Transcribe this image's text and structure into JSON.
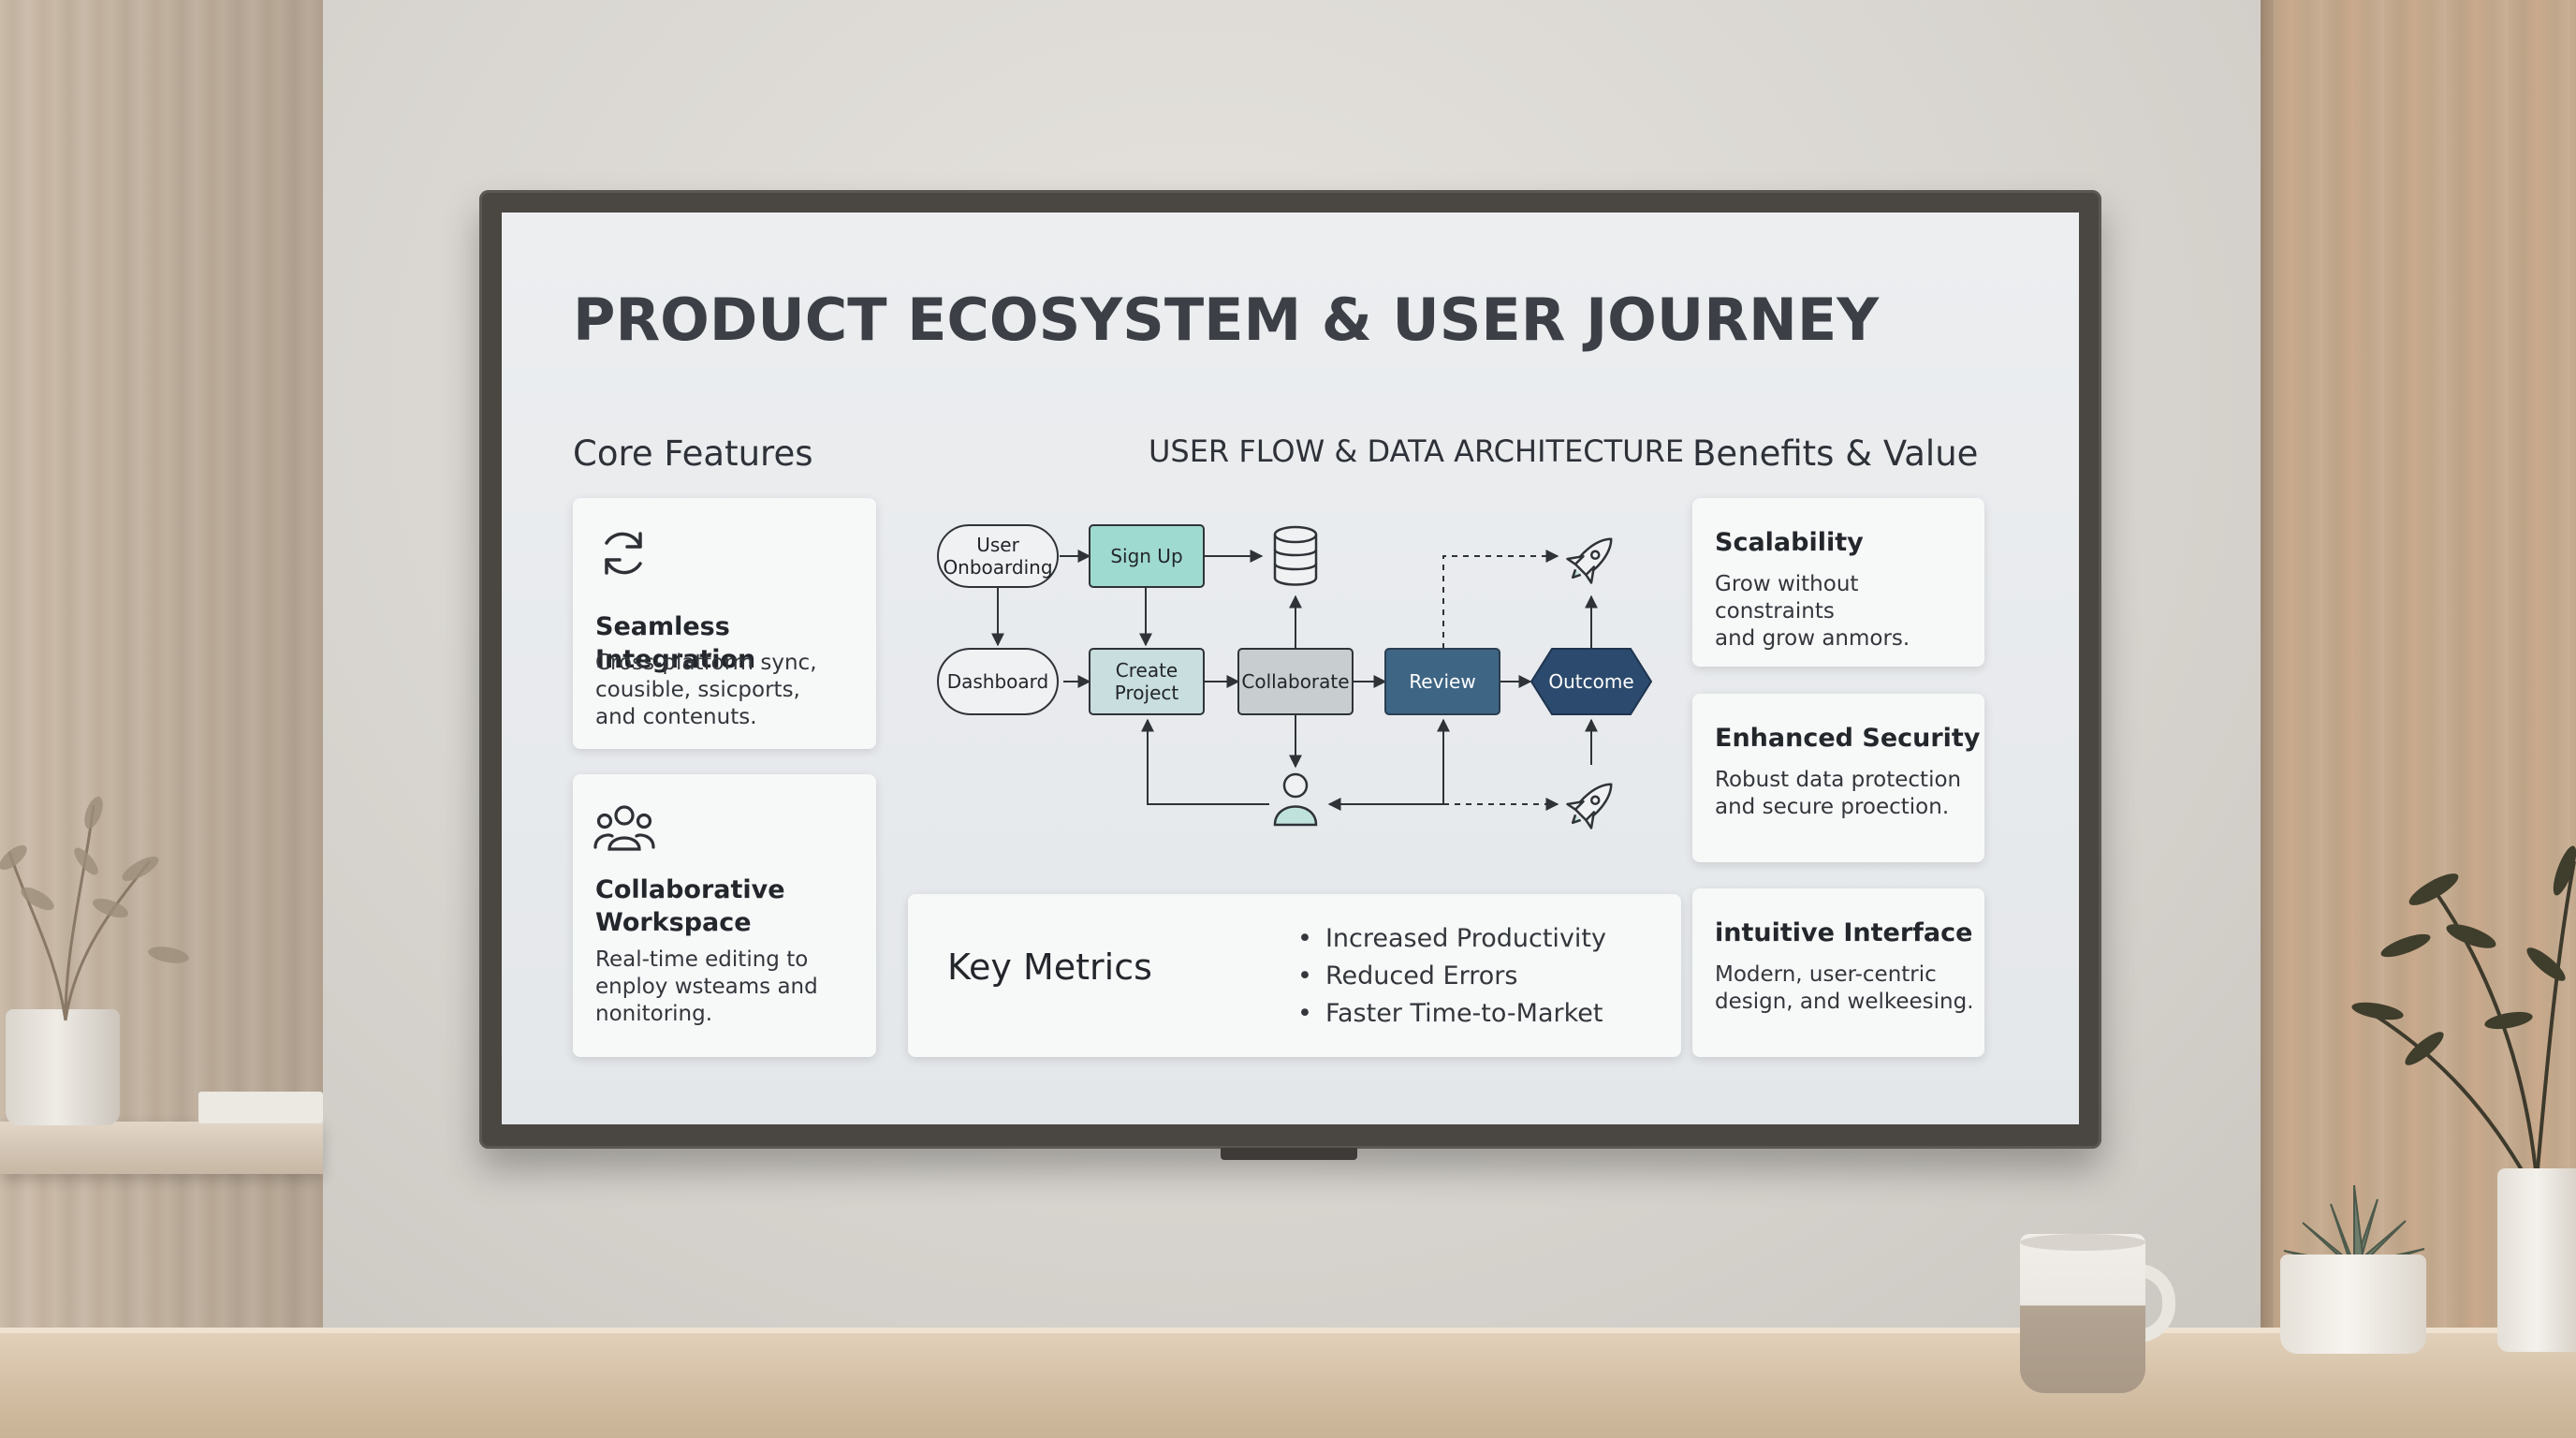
{
  "slide": {
    "title": "PRODUCT ECOSYSTEM & USER JOURNEY",
    "core_features": {
      "heading": "Core Features",
      "items": [
        {
          "icon": "refresh-icon",
          "title": "Seamless Integration",
          "description": "Cross-platform sync,\ncousible, ssicports,\nand contenuts."
        },
        {
          "icon": "users-icon",
          "title": "Collaborative\nWorkspace",
          "description": "Real-time editing to\nenploy wsteams and\nnonitoring."
        }
      ]
    },
    "flow": {
      "heading": "USER FLOW & DATA ARCHITECTURE",
      "nodes": {
        "user_onboarding_1": "User",
        "user_onboarding_2": "Onboarding",
        "sign_up": "Sign Up",
        "dashboard": "Dashboard",
        "create_project_1": "Create",
        "create_project_2": "Project",
        "collaborate": "Collaborate",
        "review": "Review",
        "outcome": "Outcome"
      }
    },
    "key_metrics": {
      "label": "Key Metrics",
      "items": [
        "Increased Productivity",
        "Reduced Errors",
        "Faster Time-to-Market"
      ]
    },
    "benefits": {
      "heading": "Benefits & Value",
      "items": [
        {
          "title": "Scalability",
          "description": "Grow without constraints\nand grow anmors."
        },
        {
          "title": "Enhanced Security",
          "description": "Robust data protection\nand secure proection."
        },
        {
          "title": "intuitive Interface",
          "description": "Modern, user-centric\ndesign, and welkeesing."
        }
      ]
    }
  },
  "colors": {
    "sign_up_fill": "#9fdad0",
    "create_project_fill": "#c9dede",
    "collaborate_fill": "#c8cdd0",
    "review_fill": "#3f6584",
    "outcome_fill": "#2c4a6d"
  }
}
